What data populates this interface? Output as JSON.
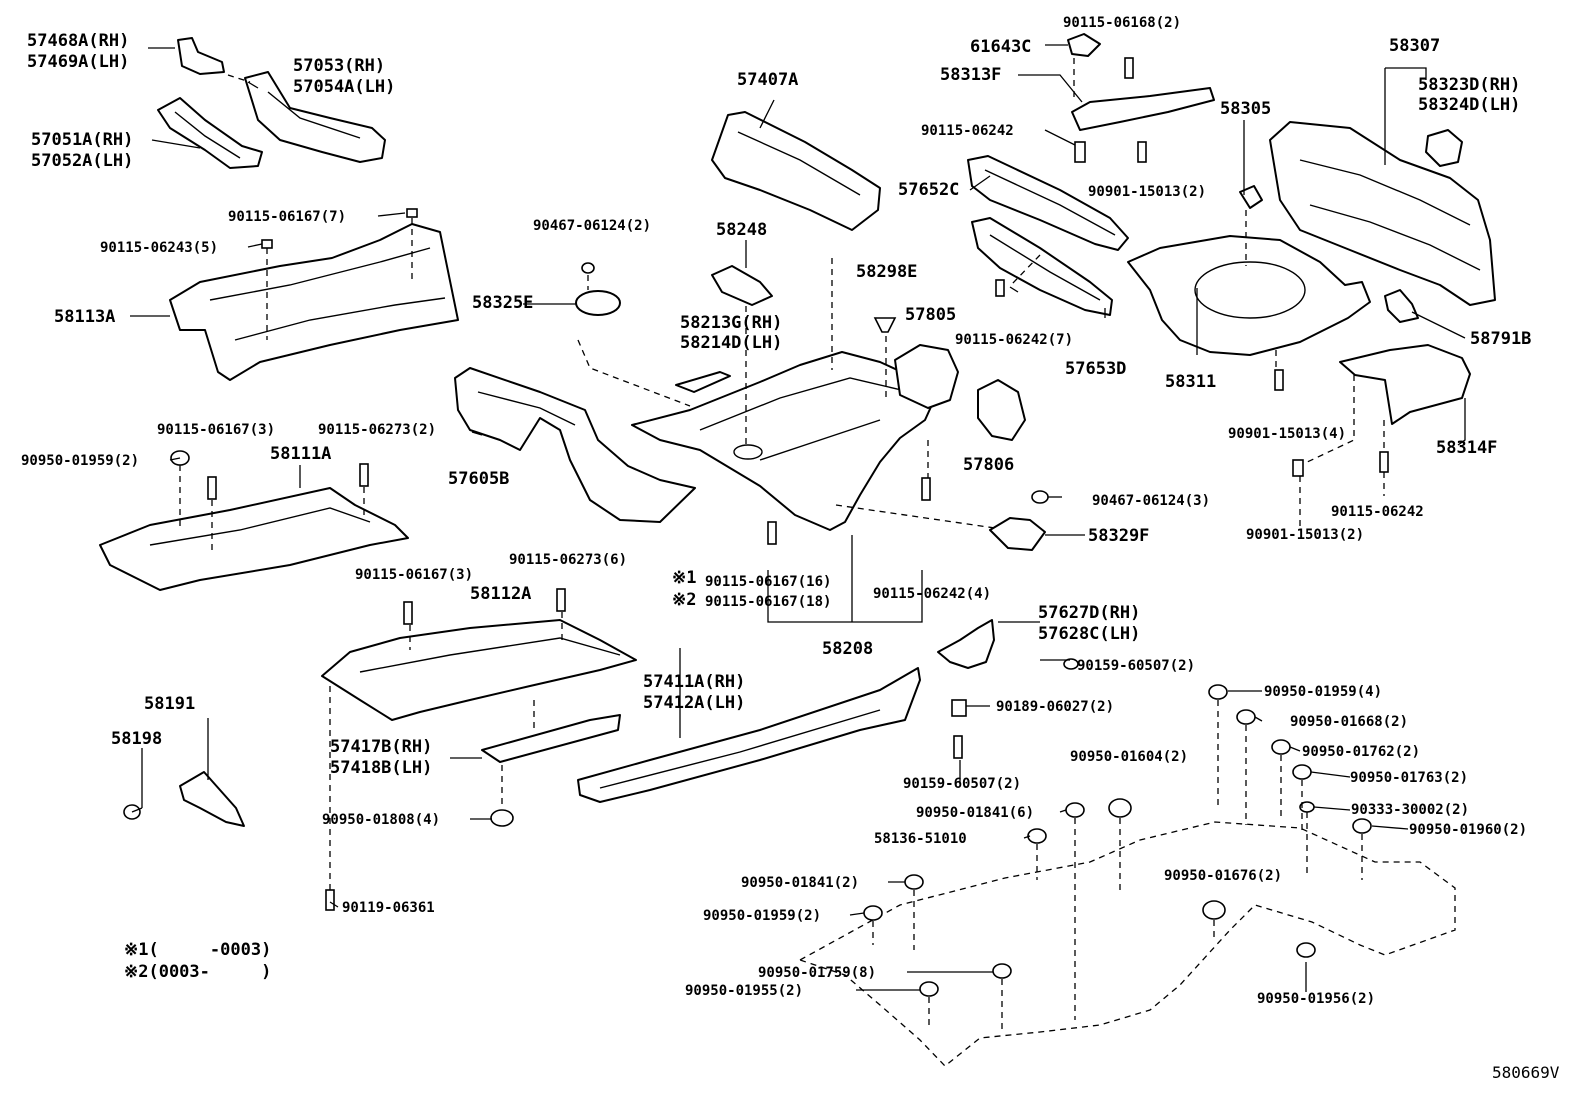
{
  "labels": {
    "p57468A": "57468A(RH)",
    "p57469A": "57469A(LH)",
    "p57053": "57053(RH)",
    "p57054A": "57054A(LH)",
    "p57051A": "57051A(RH)",
    "p57052A": "57052A(LH)",
    "b90115_06167_7": "90115-06167(7)",
    "b90115_06243_5": "90115-06243(5)",
    "p58113A": "58113A",
    "b90115_06167_3a": "90115-06167(3)",
    "b90115_06273_2": "90115-06273(2)",
    "c90950_01959_2a": "90950-01959(2)",
    "p58111A": "58111A",
    "p57407A": "57407A",
    "c90467_06124_2": "90467-06124(2)",
    "p58248": "58248",
    "p58325E": "58325E",
    "p58213G": "58213G(RH)",
    "p58214D": "58214D(LH)",
    "p58298E": "58298E",
    "p57805": "57805",
    "p57806": "57806",
    "p57605B": "57605B",
    "b90115_06168_2": "90115-06168(2)",
    "p61643C": "61643C",
    "p58313F": "58313F",
    "b90115_06242a": "90115-06242",
    "b90901_15013_2a": "90901-15013(2)",
    "p57652C": "57652C",
    "b90115_06242_7": "90115-06242(7)",
    "p57653D": "57653D",
    "p58305": "58305",
    "p58311": "58311",
    "p58307": "58307",
    "p58323D": "58323D(RH)",
    "p58324D": "58324D(LH)",
    "p58791B": "58791B",
    "b90901_15013_4": "90901-15013(4)",
    "p58314F": "58314F",
    "b90115_06242b": "90115-06242",
    "b90901_15013_2b": "90901-15013(2)",
    "c90467_06124_3": "90467-06124(3)",
    "p58329F": "58329F",
    "b90115_06167_3b": "90115-06167(3)",
    "b90115_06273_6": "90115-06273(6)",
    "p58112A": "58112A",
    "m1": "※1",
    "m2": "※2",
    "b90115_06167_16": "90115-06167(16)",
    "b90115_06167_18": "90115-06167(18)",
    "b90115_06242_4": "90115-06242(4)",
    "p58208": "58208",
    "p57627D": "57627D(RH)",
    "p57628C": "57628C(LH)",
    "b90159_60507_2a": "90159-60507(2)",
    "p57411A": "57411A(RH)",
    "p57412A": "57412A(LH)",
    "c90189_06027_2": "90189-06027(2)",
    "b90159_60507_2b": "90159-60507(2)",
    "p58191": "58191",
    "p58198": "58198",
    "p57417B": "57417B(RH)",
    "p57418B": "57418B(LH)",
    "c90950_01808_4": "90950-01808(4)",
    "b90119_06361": "90119-06361",
    "c90950_01959_4": "90950-01959(4)",
    "c90950_01668_2": "90950-01668(2)",
    "c90950_01762_2": "90950-01762(2)",
    "c90950_01604_2": "90950-01604(2)",
    "c90950_01763_2": "90950-01763(2)",
    "c90950_01841_6": "90950-01841(6)",
    "c90333_30002_2": "90333-30002(2)",
    "p58136_51010": "58136-51010",
    "c90950_01960_2": "90950-01960(2)",
    "c90950_01676_2": "90950-01676(2)",
    "c90950_01841_2": "90950-01841(2)",
    "c90950_01959_2b": "90950-01959(2)",
    "c90950_01759_8": "90950-01759(8)",
    "c90950_01955_2": "90950-01955(2)",
    "c90950_01956_2": "90950-01956(2)",
    "note1": "※1(     -0003)",
    "note2": "※2(0003-     )",
    "figure_id": "580669V"
  }
}
